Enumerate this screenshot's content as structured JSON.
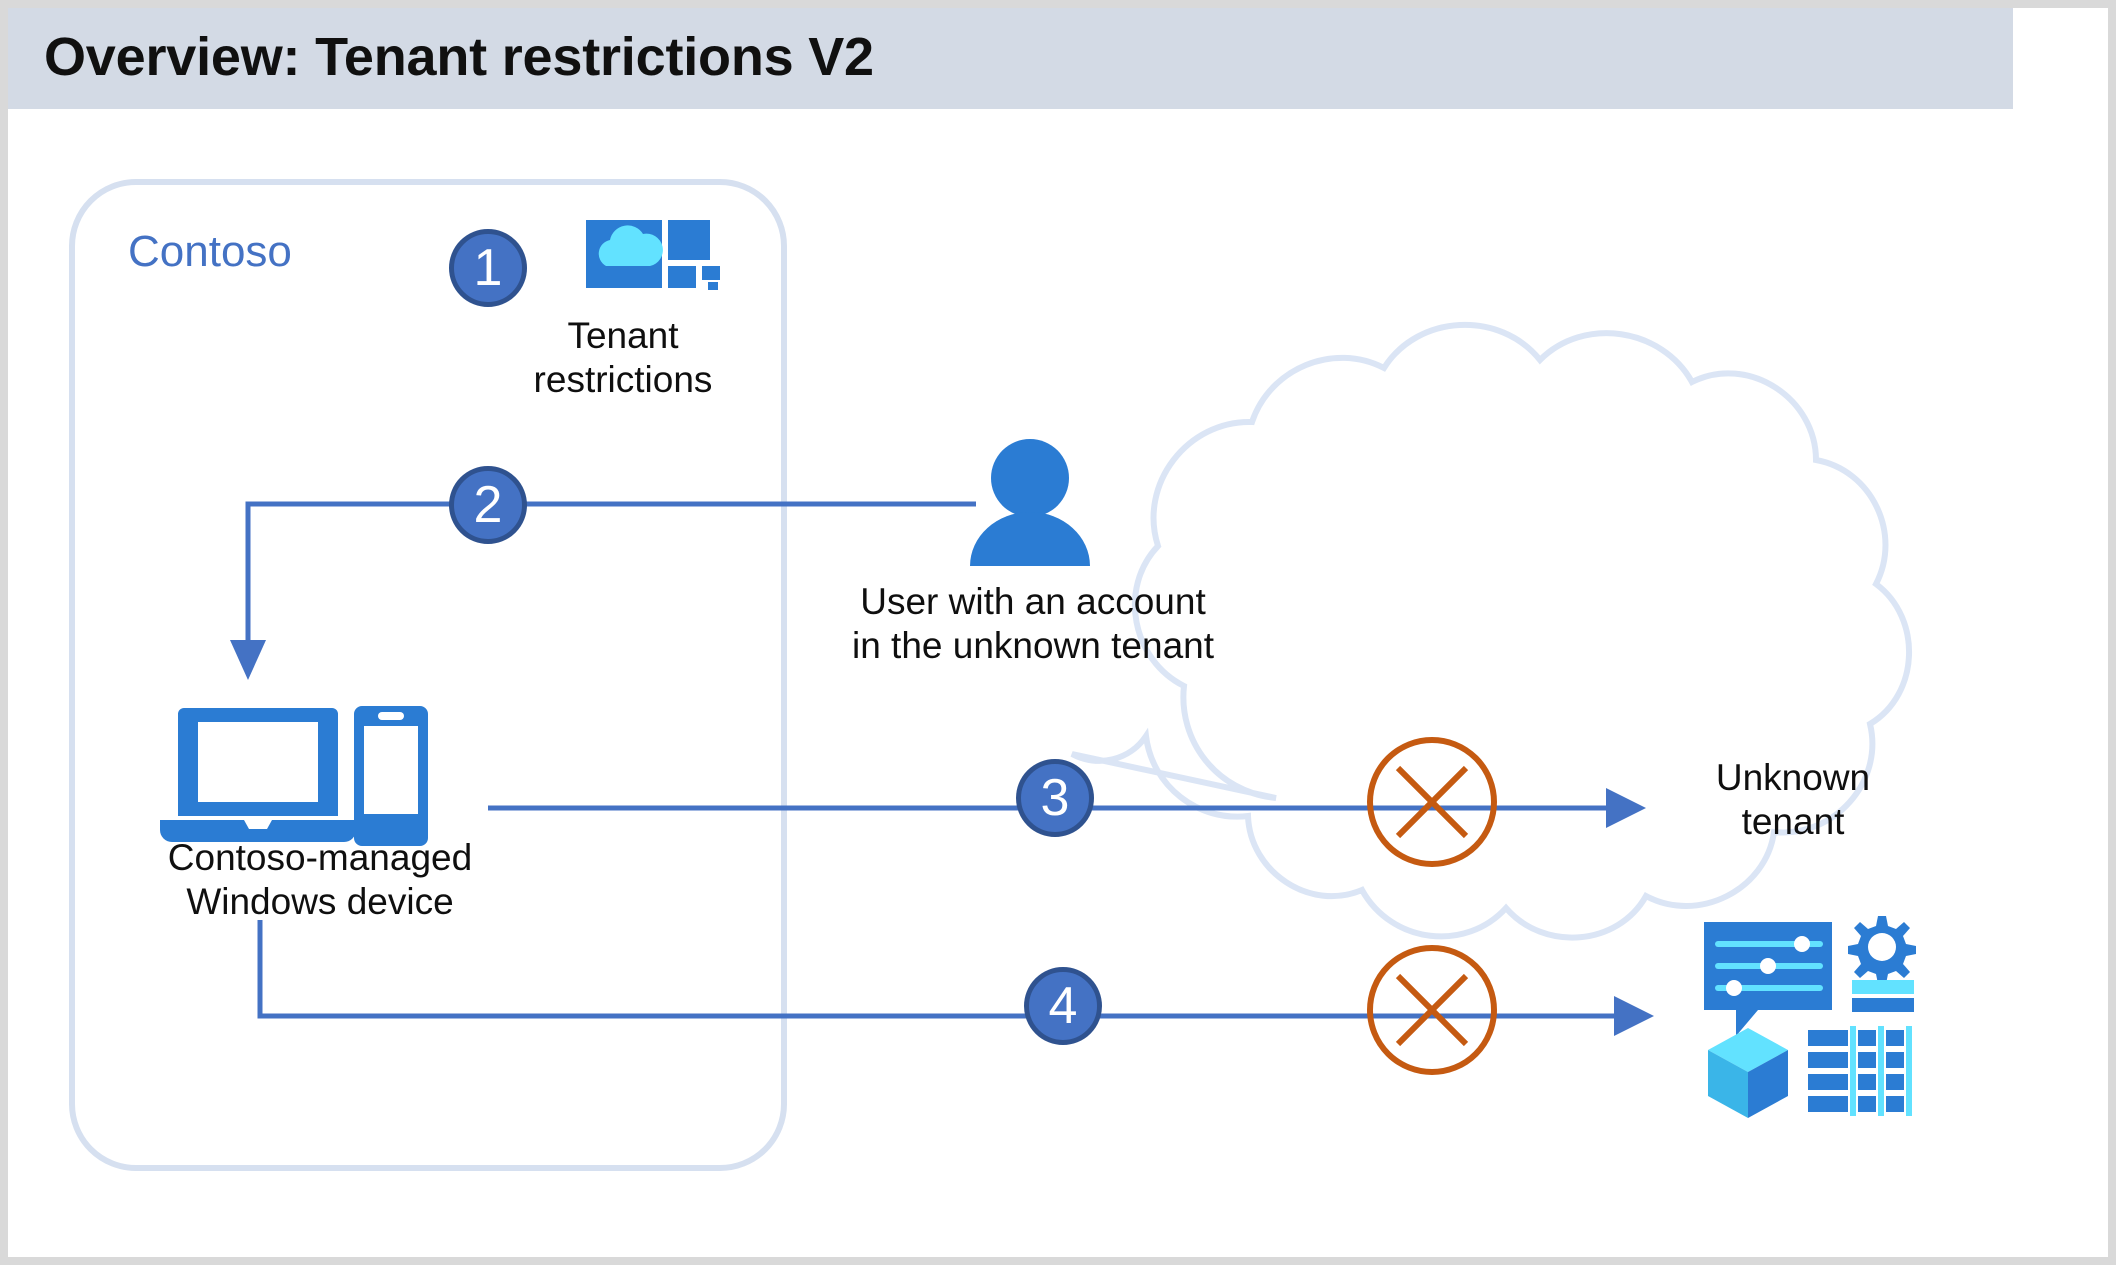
{
  "title": "Overview: Tenant restrictions V2",
  "colors": {
    "banner": "#d3dae5",
    "brand_blue": "#4472c4",
    "badge_border": "#2f528f",
    "icon_blue": "#2b7cd3",
    "icon_light_blue": "#50e6ff",
    "cloud_stroke": "#d6e0f0",
    "container_stroke": "#d6e0f0",
    "block_orange": "#c55a11",
    "arrow_blue": "#4472c4",
    "text": "#0f0f0f"
  },
  "container": {
    "label": "Contoso"
  },
  "badges": [
    {
      "number": "1"
    },
    {
      "number": "2"
    },
    {
      "number": "3"
    },
    {
      "number": "4"
    }
  ],
  "nodes": {
    "tenant_restrictions": {
      "icon": "tenant-restrictions-tiles-icon",
      "label_line1": "Tenant",
      "label_line2": "restrictions"
    },
    "user": {
      "icon": "person-icon",
      "label_line1": "User with an account",
      "label_line2": "in the unknown tenant"
    },
    "device": {
      "icon": "laptop-and-phone-icon",
      "label_line1": "Contoso-managed",
      "label_line2": "Windows device"
    },
    "unknown_tenant": {
      "label_line1": "Unknown",
      "label_line2": "tenant"
    },
    "cloud_apps": {
      "icon": "cloud-apps-icon"
    },
    "cloud": {
      "icon": "cloud-outline-shape"
    }
  },
  "blocked_markers": [
    {
      "icon": "x-circle-block-icon",
      "step": "3"
    },
    {
      "icon": "x-circle-block-icon",
      "step": "4"
    }
  ],
  "flows": [
    {
      "from": "user",
      "to": "device",
      "step": "2",
      "style": "elbow-down-arrow"
    },
    {
      "from": "device",
      "to": "unknown-tenant",
      "step": "3",
      "style": "straight-arrow-blocked"
    },
    {
      "from": "device",
      "to": "cloud-apps",
      "step": "4",
      "style": "elbow-right-arrow-blocked"
    }
  ]
}
